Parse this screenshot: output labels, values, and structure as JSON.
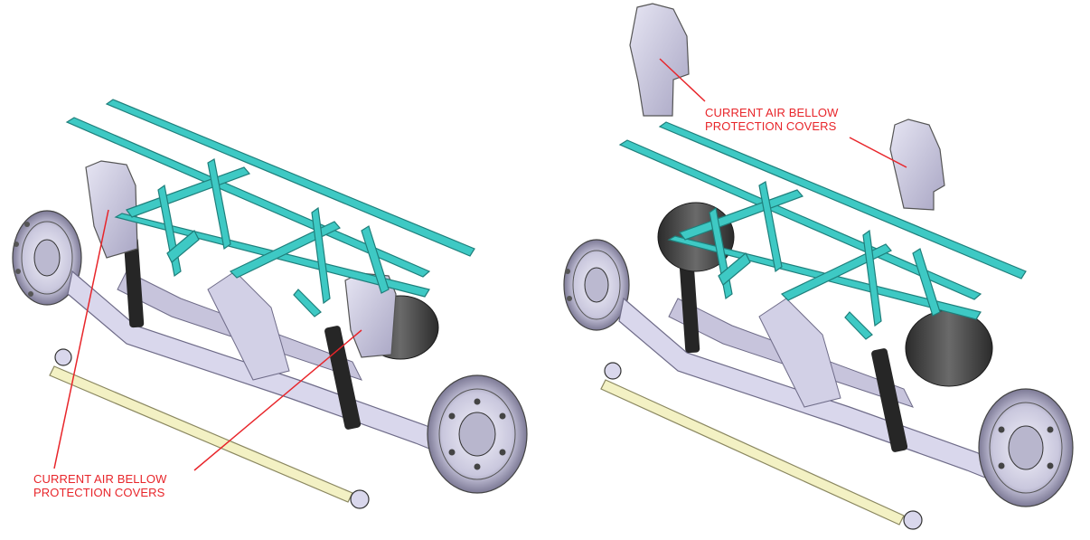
{
  "left_view": {
    "callout": {
      "line1": "CURRENT AIR BELLOW",
      "line2": "PROTECTION COVERS"
    }
  },
  "right_view": {
    "callout": {
      "line1": "CURRENT AIR BELLOW",
      "line2": "PROTECTION COVERS"
    }
  },
  "colors": {
    "frame": "#3ec9c4",
    "frame_dark": "#1f8f8b",
    "axle": "#d9d7ec",
    "axle_dark": "#8e8ba8",
    "cover": "#cfcde6",
    "bellow": "#4a4a4a",
    "tie_rod": "#f3f1c4",
    "shock": "#262626",
    "callout": "#e8252a"
  }
}
